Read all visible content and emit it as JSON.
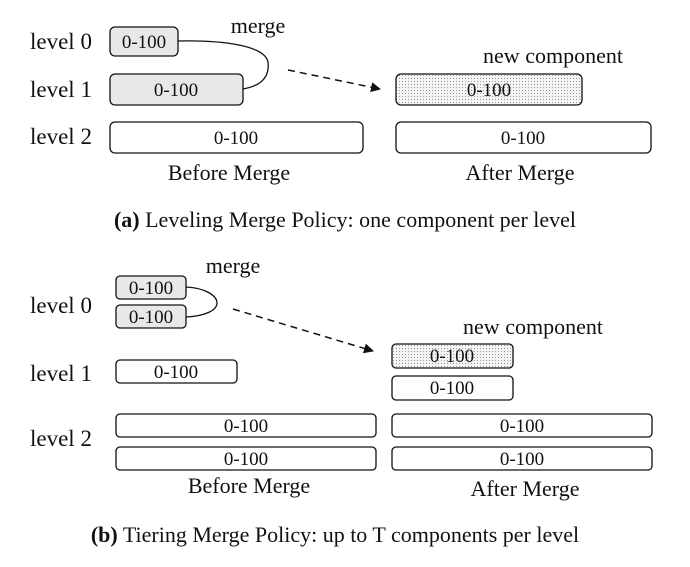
{
  "panel_a": {
    "levels": [
      "level 0",
      "level 1",
      "level 2"
    ],
    "merge_label": "merge",
    "new_component_label": "new component",
    "before": {
      "level0": [
        "0-100"
      ],
      "level1": [
        "0-100"
      ],
      "level2": [
        "0-100"
      ]
    },
    "after": {
      "level1": [
        "0-100"
      ],
      "level2": [
        "0-100"
      ]
    },
    "before_label": "Before Merge",
    "after_label": "After Merge",
    "caption_tag": "(a)",
    "caption_text": "Leveling Merge Policy: one component per level"
  },
  "panel_b": {
    "levels": [
      "level 0",
      "level 1",
      "level 2"
    ],
    "merge_label": "merge",
    "new_component_label": "new component",
    "before": {
      "level0": [
        "0-100",
        "0-100"
      ],
      "level1": [
        "0-100"
      ],
      "level2": [
        "0-100",
        "0-100"
      ]
    },
    "after": {
      "level1": [
        "0-100",
        "0-100"
      ],
      "level2": [
        "0-100",
        "0-100"
      ]
    },
    "before_label": "Before Merge",
    "after_label": "After Merge",
    "caption_tag": "(b)",
    "caption_text": "Tiering Merge Policy: up to T components per level"
  },
  "colors": {
    "stroke": "#111111",
    "merged_fill": "#e8e8e8",
    "new_fill": "#d8d8d8",
    "plain_fill": "#ffffff"
  }
}
